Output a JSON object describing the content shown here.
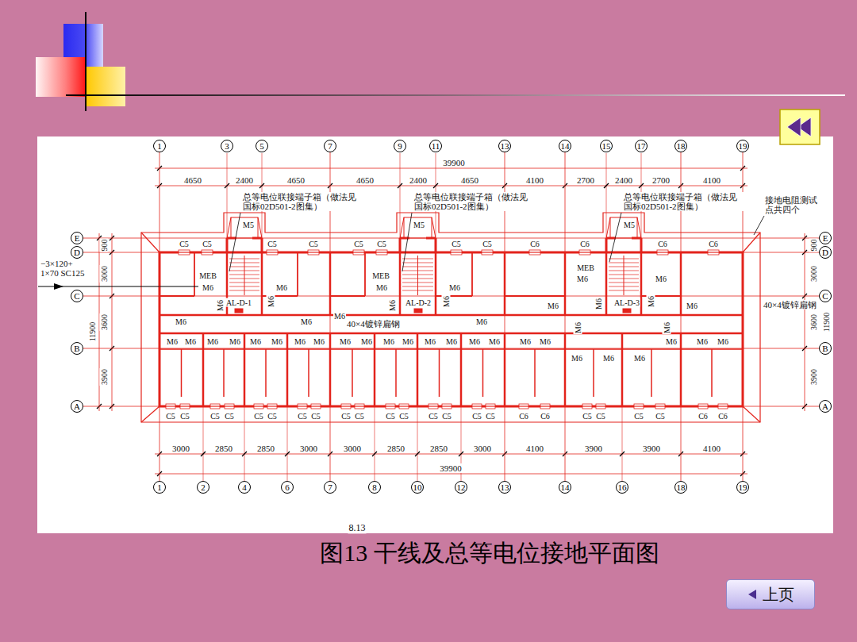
{
  "diagram": {
    "caption": "图13 干线及总等电位接地平面图",
    "nodes": [
      {
        "text": [
          "1"
        ]
      },
      {
        "text": [
          "3"
        ]
      },
      {
        "text": [
          "5"
        ]
      },
      {
        "text": [
          "7"
        ]
      },
      {
        "text": [
          "9"
        ]
      },
      {
        "text": [
          "11"
        ]
      },
      {
        "text": [
          "13"
        ]
      },
      {
        "text": [
          "14"
        ]
      },
      {
        "text": [
          "15"
        ]
      },
      {
        "text": [
          "17"
        ]
      },
      {
        "text": [
          "18"
        ]
      },
      {
        "text": [
          "19"
        ]
      },
      {
        "text": [
          "E"
        ]
      },
      {
        "text": [
          "D"
        ]
      },
      {
        "text": [
          "C"
        ]
      },
      {
        "text": [
          "B"
        ]
      },
      {
        "text": [
          "A"
        ]
      },
      {
        "text": [
          "E"
        ]
      },
      {
        "text": [
          "D"
        ]
      },
      {
        "text": [
          "C"
        ]
      },
      {
        "text": [
          "B"
        ]
      },
      {
        "text": [
          "A"
        ]
      },
      {
        "text": [
          "1"
        ]
      },
      {
        "text": [
          "2"
        ]
      },
      {
        "text": [
          "4"
        ]
      },
      {
        "text": [
          "6"
        ]
      },
      {
        "text": [
          "7"
        ]
      },
      {
        "text": [
          "8"
        ]
      },
      {
        "text": [
          "10"
        ]
      },
      {
        "text": [
          "12"
        ]
      },
      {
        "text": [
          "13"
        ]
      },
      {
        "text": [
          "14"
        ]
      },
      {
        "text": [
          "16"
        ]
      },
      {
        "text": [
          "18"
        ]
      },
      {
        "text": [
          "19"
        ]
      },
      {
        "text": [
          "上页"
        ]
      }
    ],
    "edges": [
      {
        "from": 0,
        "to": 22,
        "arrow": "none"
      },
      {
        "from": 3,
        "to": 26,
        "arrow": "none"
      },
      {
        "from": 6,
        "to": 30,
        "arrow": "none"
      },
      {
        "from": 7,
        "to": 31,
        "arrow": "none"
      },
      {
        "from": 10,
        "to": 33,
        "arrow": "none"
      },
      {
        "from": 11,
        "to": 34,
        "arrow": "none"
      },
      {
        "from": 12,
        "to": 17,
        "arrow": "none"
      },
      {
        "from": 13,
        "to": 18,
        "arrow": "none"
      },
      {
        "from": 14,
        "to": 19,
        "arrow": "none"
      },
      {
        "from": 15,
        "to": 20,
        "arrow": "none"
      },
      {
        "from": 16,
        "to": 21,
        "arrow": "none"
      }
    ],
    "labels": [
      "8.13",
      "39900",
      "4650",
      "2400",
      "4650",
      "4650",
      "2400",
      "4650",
      "4100",
      "2700",
      "2400",
      "2700",
      "4100",
      "3000",
      "2850",
      "2850",
      "3000",
      "3000",
      "2850",
      "2850",
      "3000",
      "4100",
      "3900",
      "3900",
      "4100",
      "39900",
      "900",
      "3000",
      "3600",
      "3900",
      "11900",
      "900",
      "3000",
      "3600",
      "3900",
      "11900",
      "总等电位联接端子箱（做法见 国标02D501-2图集）",
      "总等电位联接端子箱（做法见 国标02D501-2图集）",
      "总等电位联接端子箱（做法见 国标02D501-2图集）",
      "接地电阻测试 点共四个",
      "40×4镀锌扁钢",
      "40×4镀锌扁钢",
      "−3×120+ 1×70 SC125",
      "C5",
      "C5",
      "M5",
      "C5",
      "C5",
      "C5",
      "C5",
      "M5",
      "C5",
      "C5",
      "C6",
      "C6",
      "M5",
      "C6",
      "C6",
      "MEB",
      "M6",
      "AL-D-1",
      "M6",
      "M6",
      "M6",
      "M6",
      "M6",
      "M6",
      "MEB",
      "M6",
      "AL-D-2",
      "M6",
      "M6",
      "M6",
      "M6",
      "MEB",
      "M6",
      "AL-D-3",
      "M6",
      "M6",
      "M6",
      "M6",
      "M6",
      "M6",
      "M6",
      "M6",
      "M6",
      "M6",
      "M6",
      "M6",
      "M6",
      "M6",
      "M6",
      "M6",
      "M6",
      "M6",
      "M6",
      "M6",
      "M6",
      "M6",
      "M6",
      "M6",
      "M6",
      "M6",
      "M6",
      "M6",
      "M6",
      "M6",
      "M6",
      "C5",
      "C5",
      "C5",
      "C5",
      "C5",
      "C5",
      "C5",
      "C5",
      "C5",
      "C5",
      "C5",
      "C5",
      "C5",
      "C5",
      "C5",
      "C5",
      "C6",
      "C6",
      "C5",
      "C5",
      "C5",
      "C5",
      "C6",
      "C6"
    ]
  }
}
